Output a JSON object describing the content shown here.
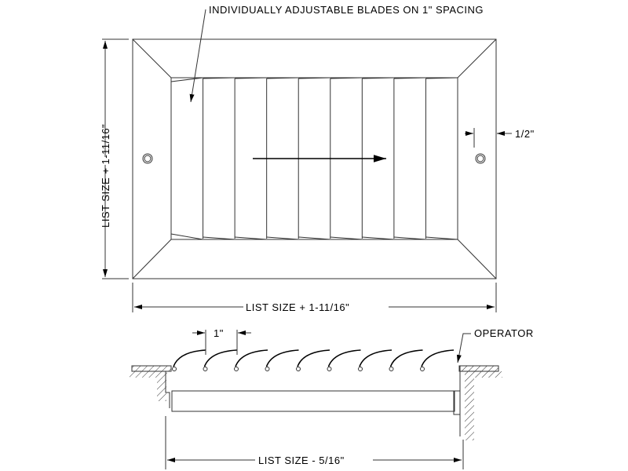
{
  "labels": {
    "blades_note": "INDIVIDUALLY ADJUSTABLE BLADES ON 1\" SPACING",
    "height_dim": "LIST SIZE + 1-11/16\"",
    "width_dim": "LIST SIZE + 1-11/16\"",
    "hole_dim": "1/2\"",
    "spacing_dim": "1\"",
    "operator": "OPERATOR",
    "bottom_dim": "LIST SIZE - 5/16\""
  },
  "blade_count": 9
}
